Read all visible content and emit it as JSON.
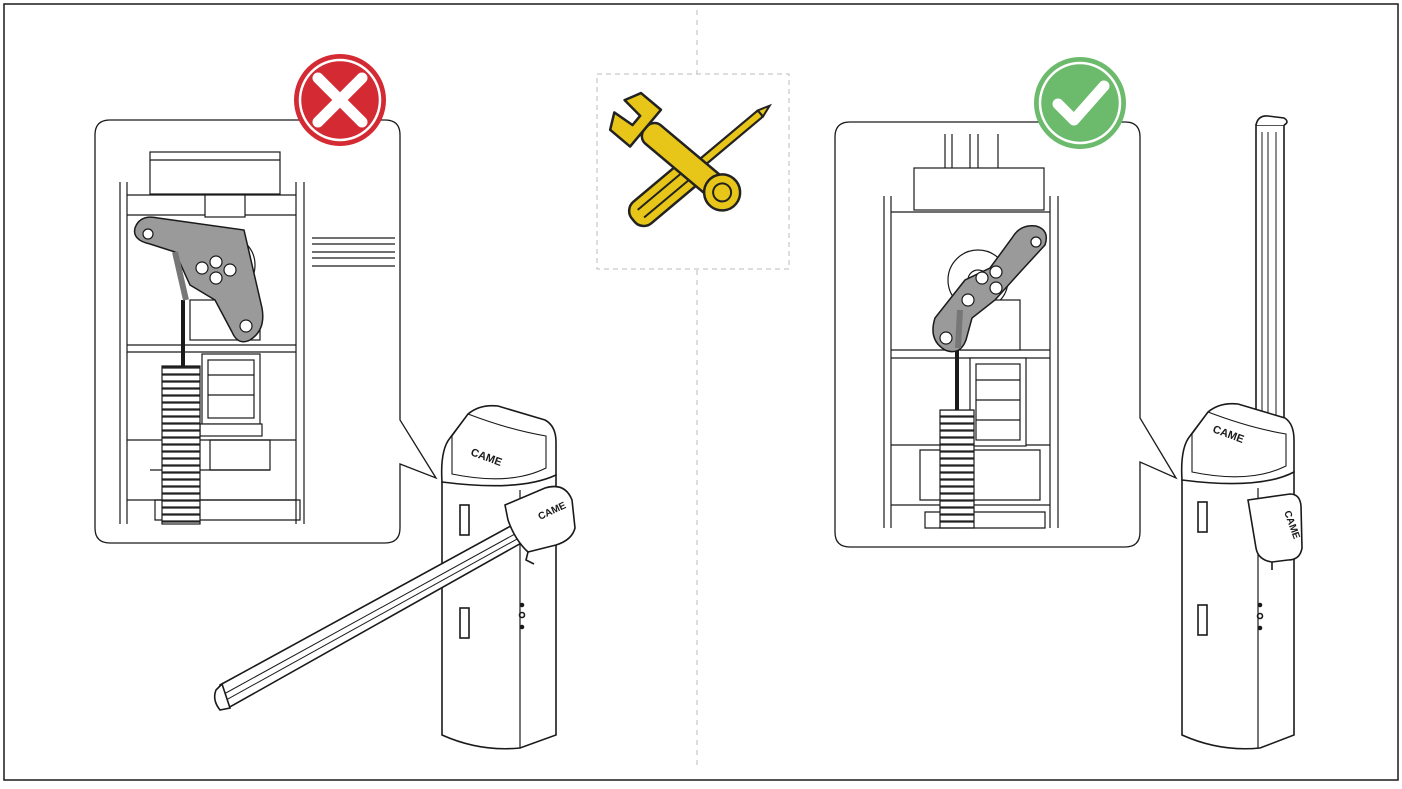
{
  "colors": {
    "wrong": "#d42a33",
    "correct": "#6cba6c",
    "tools": "#e8c619",
    "line": "#1a1a1a",
    "part": "#9a9a9a",
    "divider": "#bbbbbb"
  },
  "icons": {
    "wrong": "x-mark-icon",
    "correct": "check-mark-icon",
    "tools": "wrench-and-screwdriver-icon"
  },
  "labels": {
    "brand_left_head": "CAME",
    "brand_left_arm": "CAME",
    "brand_right_head": "CAME",
    "brand_right_arm": "CAME"
  }
}
